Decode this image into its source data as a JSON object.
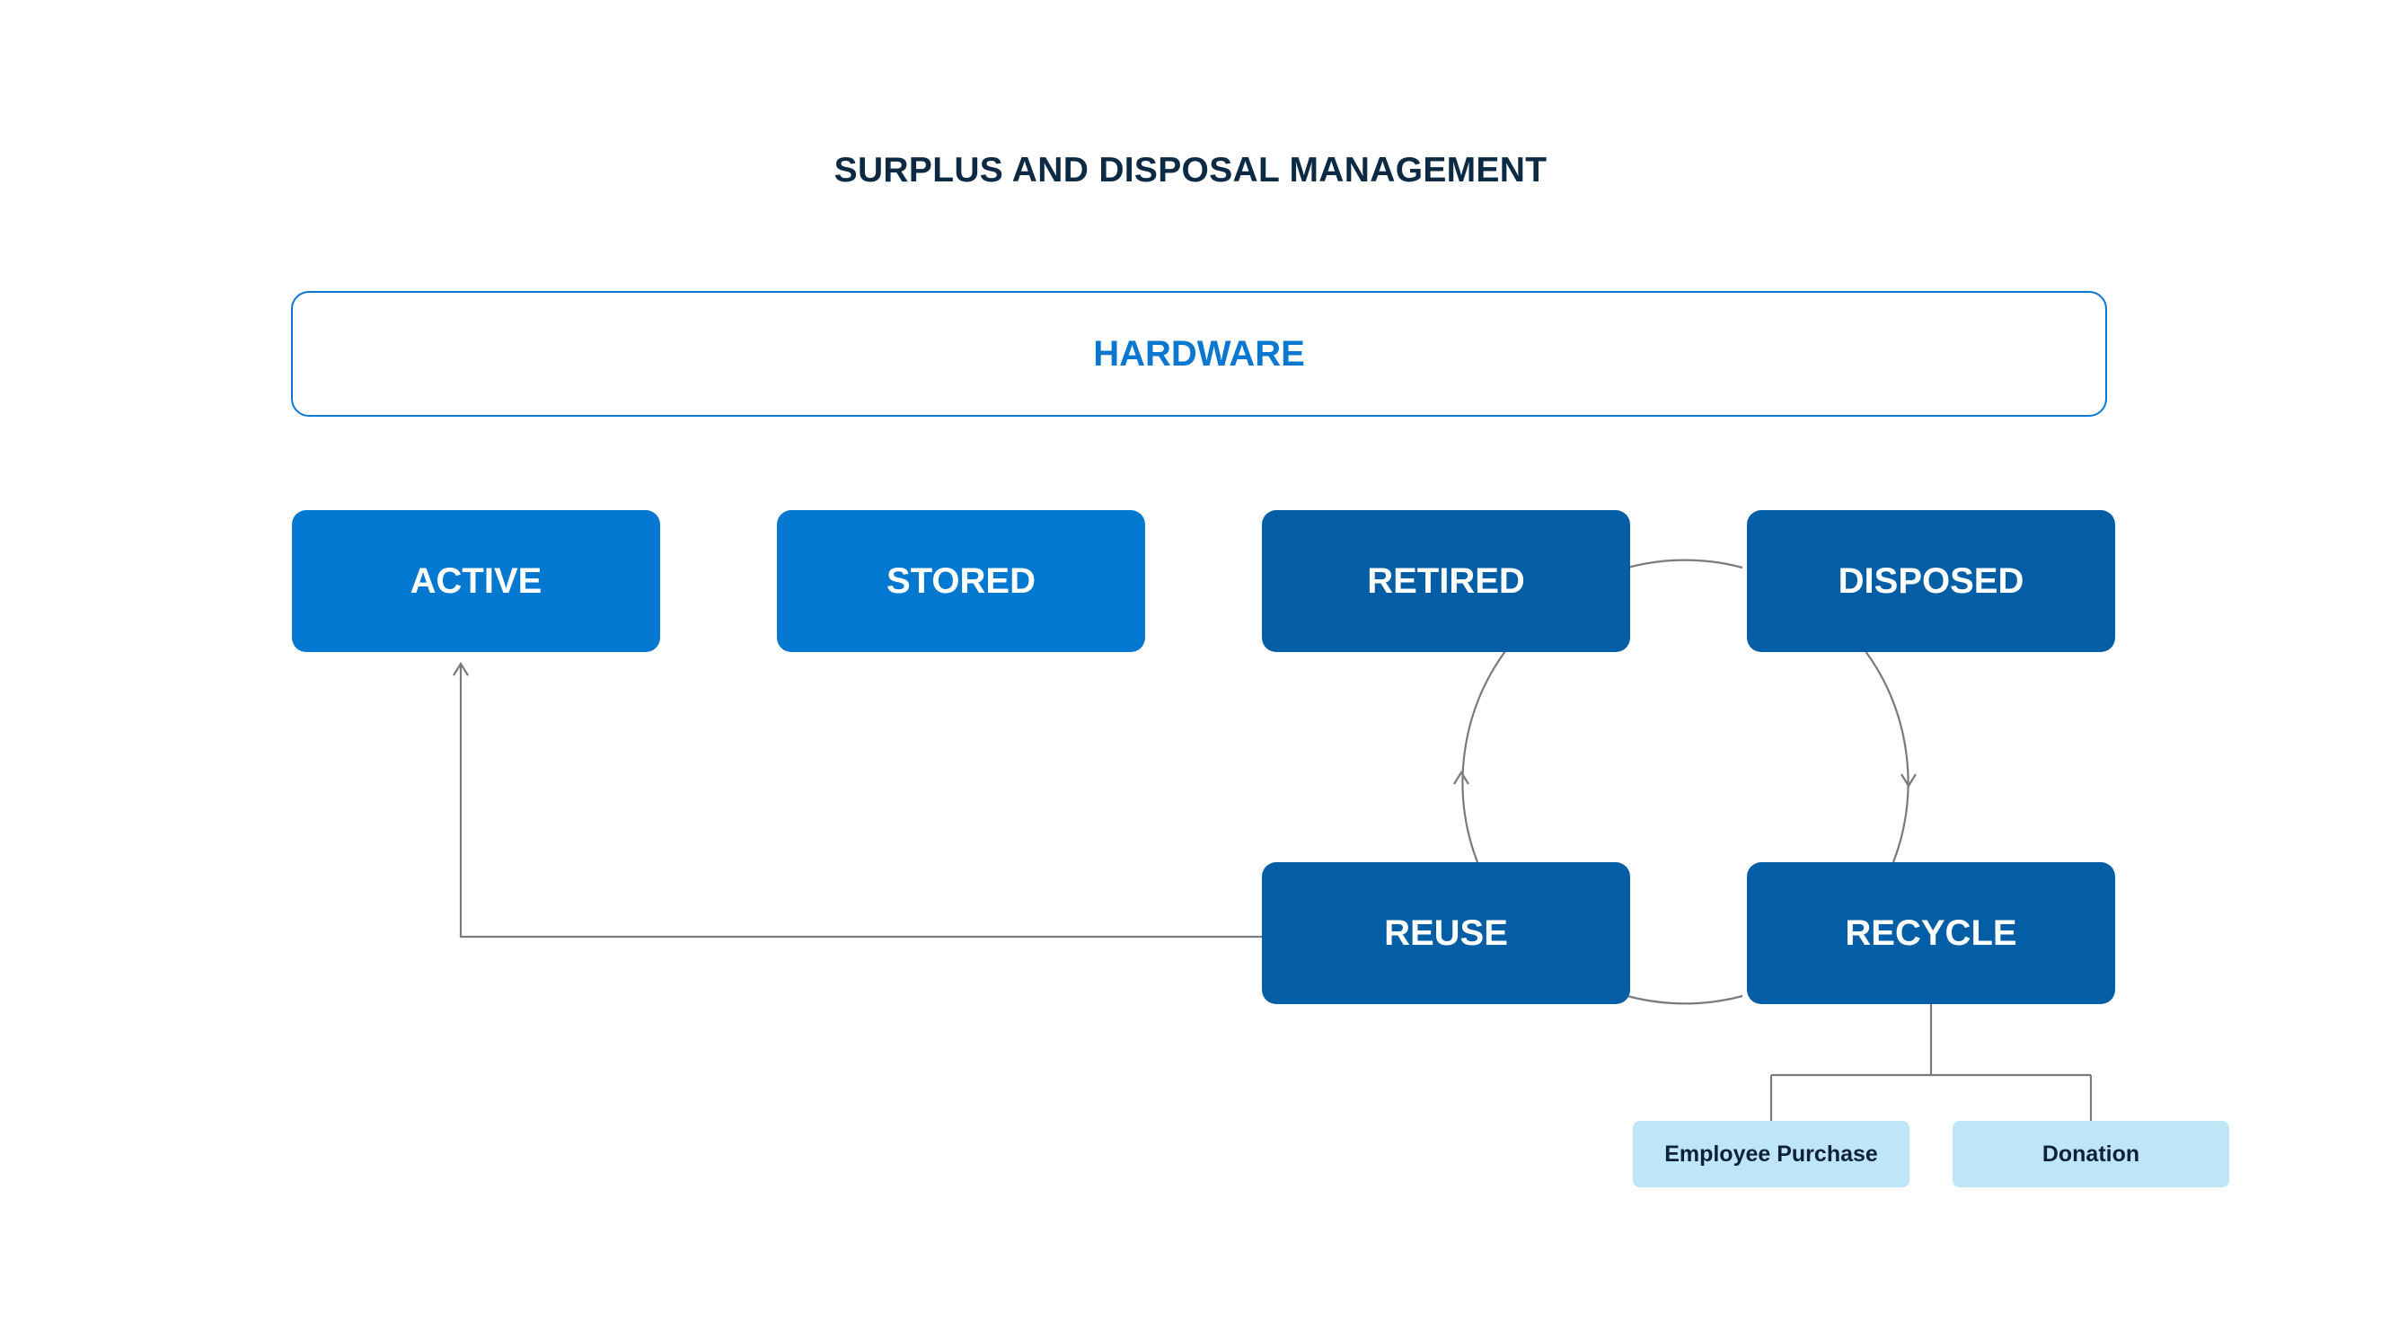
{
  "title": "SURPLUS AND DISPOSAL MANAGEMENT",
  "hardware": {
    "label": "HARDWARE"
  },
  "stages": {
    "active": "ACTIVE",
    "stored": "STORED",
    "retired": "RETIRED",
    "disposed": "DISPOSED",
    "reuse": "REUSE",
    "recycle": "RECYCLE"
  },
  "recycle_options": [
    "Employee Purchase",
    "Donation"
  ],
  "colors": {
    "title": "#0d2a45",
    "accent": "#0a78d0",
    "stage_light": "#0378d0",
    "stage_dark": "#035ea6",
    "option_fill": "#bfe6f6",
    "connector": "#7a7a7a"
  }
}
